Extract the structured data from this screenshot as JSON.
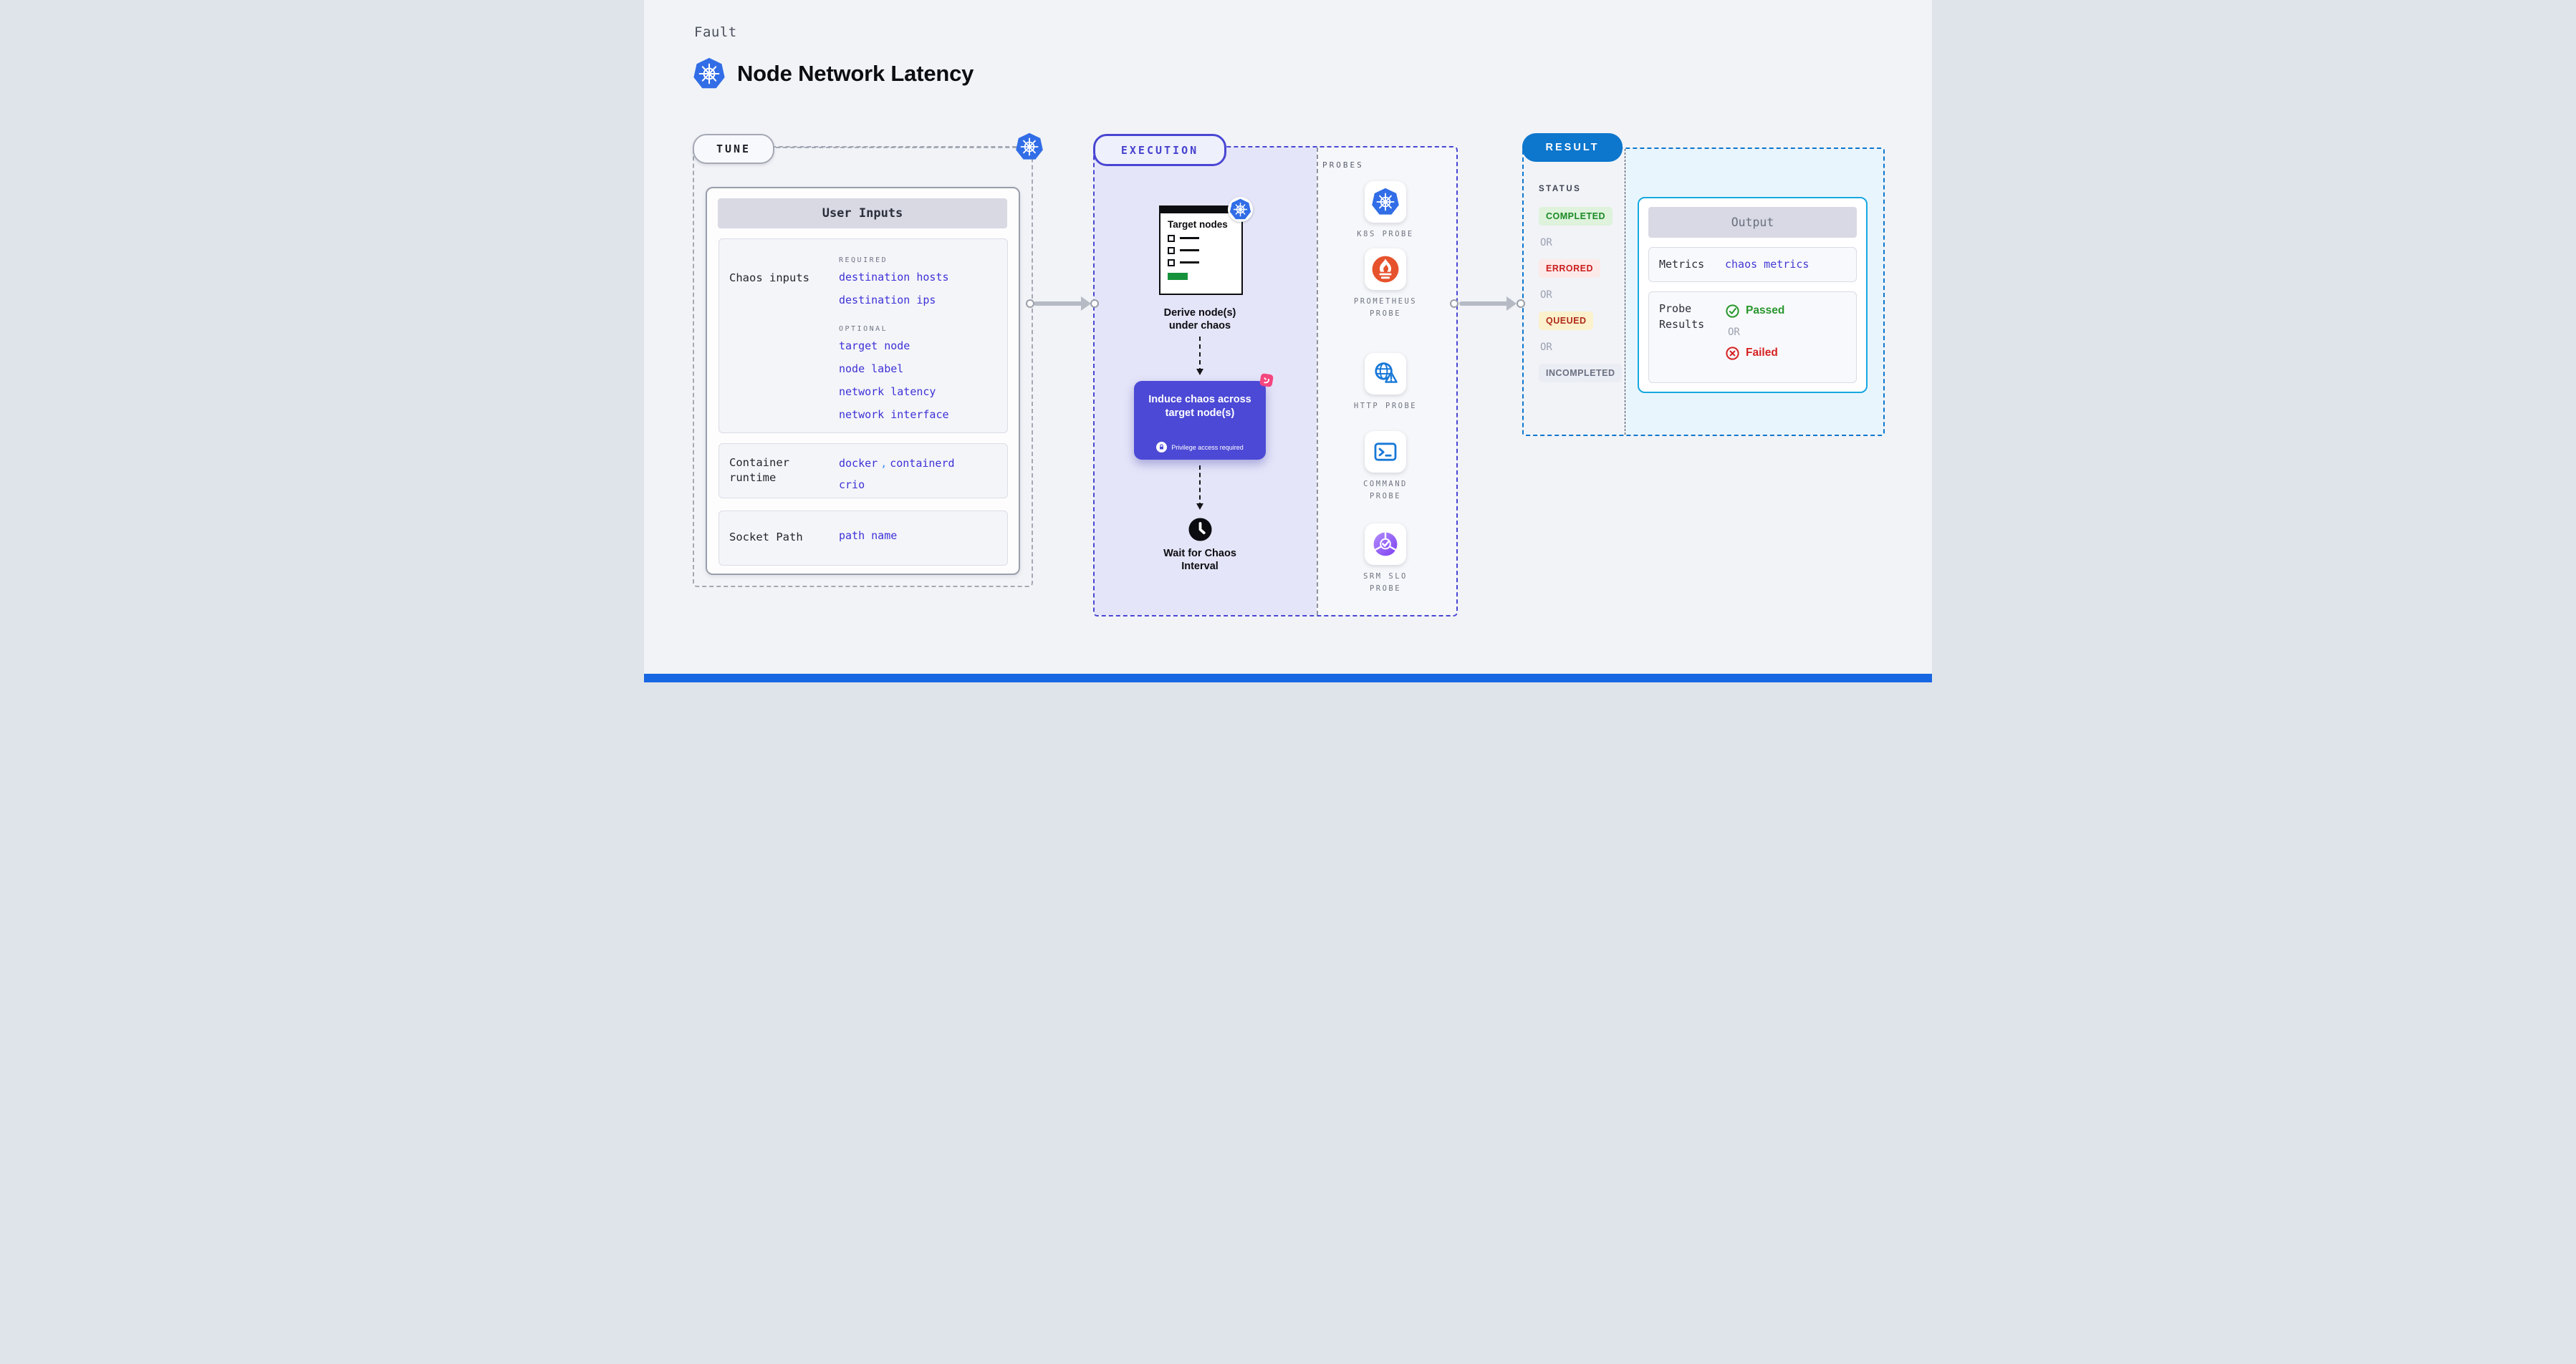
{
  "header": {
    "fault_label": "Fault",
    "title": "Node Network Latency"
  },
  "tune": {
    "badge": "TUNE",
    "user_inputs": {
      "header": "User Inputs",
      "chaos_inputs": {
        "label": "Chaos inputs",
        "required_label": "REQUIRED",
        "required": [
          "destination hosts",
          "destination ips"
        ],
        "optional_label": "OPTIONAL",
        "optional": [
          "target node",
          "node label",
          "network latency",
          "network interface"
        ]
      },
      "container_runtime": {
        "label": "Container runtime",
        "value_1": "docker",
        "separator": ",",
        "value_2": "containerd",
        "value_3": "crio"
      },
      "socket_path": {
        "label": "Socket Path",
        "value": "path name"
      }
    }
  },
  "execution": {
    "badge": "EXECUTION",
    "target_nodes_label": "Target nodes",
    "derive_label": "Derive node(s) under chaos",
    "induce_label": "Induce chaos across target node(s)",
    "privilege_label": "Privilege access required",
    "wait_label": "Wait for Chaos Interval"
  },
  "probes": {
    "header": "PROBES",
    "items": [
      {
        "icon": "k8s",
        "label": "K8S PROBE"
      },
      {
        "icon": "prom",
        "label": "PROMETHEUS PROBE"
      },
      {
        "icon": "http",
        "label": "HTTP PROBE"
      },
      {
        "icon": "cmd",
        "label": "COMMAND PROBE"
      },
      {
        "icon": "srm",
        "label": "SRM SLO PROBE"
      }
    ]
  },
  "result": {
    "badge": "RESULT",
    "status_label": "STATUS",
    "or_label": "OR",
    "statuses": [
      {
        "label": "COMPLETED",
        "fg": "#1a8a24",
        "bg": "#def2dc"
      },
      {
        "label": "ERRORED",
        "fg": "#cb1d1d",
        "bg": "#fceae9"
      },
      {
        "label": "QUEUED",
        "fg": "#b02a18",
        "bg": "#fbf1cc"
      },
      {
        "label": "INCOMPLETED",
        "fg": "#6a7082",
        "bg": "#ebedf4"
      }
    ],
    "output": {
      "header": "Output",
      "metrics_label": "Metrics",
      "metrics_value": "chaos metrics",
      "probe_results_label": "Probe Results",
      "passed_label": "Passed",
      "or_label": "OR",
      "failed_label": "Failed"
    }
  },
  "colors": {
    "kubernetes_blue": "#316de6",
    "indigo_accent": "#4946d3",
    "result_blue": "#0d76cd",
    "output_cyan_border": "#16a8e0",
    "prometheus_orange": "#e6522c",
    "probe_icon_blue": "#1878d8",
    "srm_purple": "#7e3ff2",
    "litmus_pink": "#f5457f",
    "passed_green": "#27962b",
    "failed_red": "#d62121",
    "bottom_bar_blue": "#1767e2"
  }
}
